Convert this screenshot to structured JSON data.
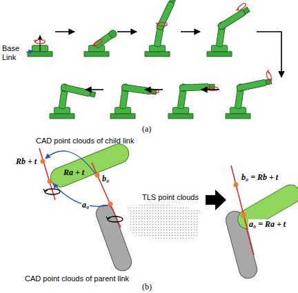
{
  "diagram": {
    "labels": [
      "Base Link",
      "(a)",
      "CAD point clouds of child link",
      "Rb + t",
      "Ra + t",
      "b₀",
      "TLS point clouds",
      "a₀",
      "CAD point clouds of parent link",
      "b₀ = Rb + t",
      "a₀ = Ra + t",
      "(b)"
    ]
  }
}
